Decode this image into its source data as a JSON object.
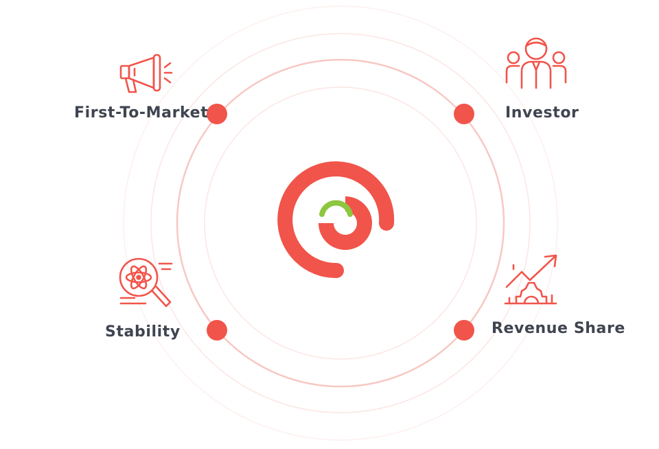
{
  "colors": {
    "accent": "#f1544a",
    "ring": "#f7c8c3",
    "ring_faint": "#fbe6e3",
    "logo_red": "#f1544a",
    "logo_green": "#8dc63f",
    "text": "#3f4450"
  },
  "center": {
    "logo_icon": "brand-logo-icon"
  },
  "nodes": [
    {
      "id": "first-to-market",
      "label": "First-To-Market",
      "icon": "megaphone-icon"
    },
    {
      "id": "investor",
      "label": "Investor",
      "icon": "investor-group-icon"
    },
    {
      "id": "stability",
      "label": "Stability",
      "icon": "atom-magnifier-icon"
    },
    {
      "id": "revenue-share",
      "label": "Revenue Share",
      "icon": "growth-gear-icon"
    }
  ]
}
